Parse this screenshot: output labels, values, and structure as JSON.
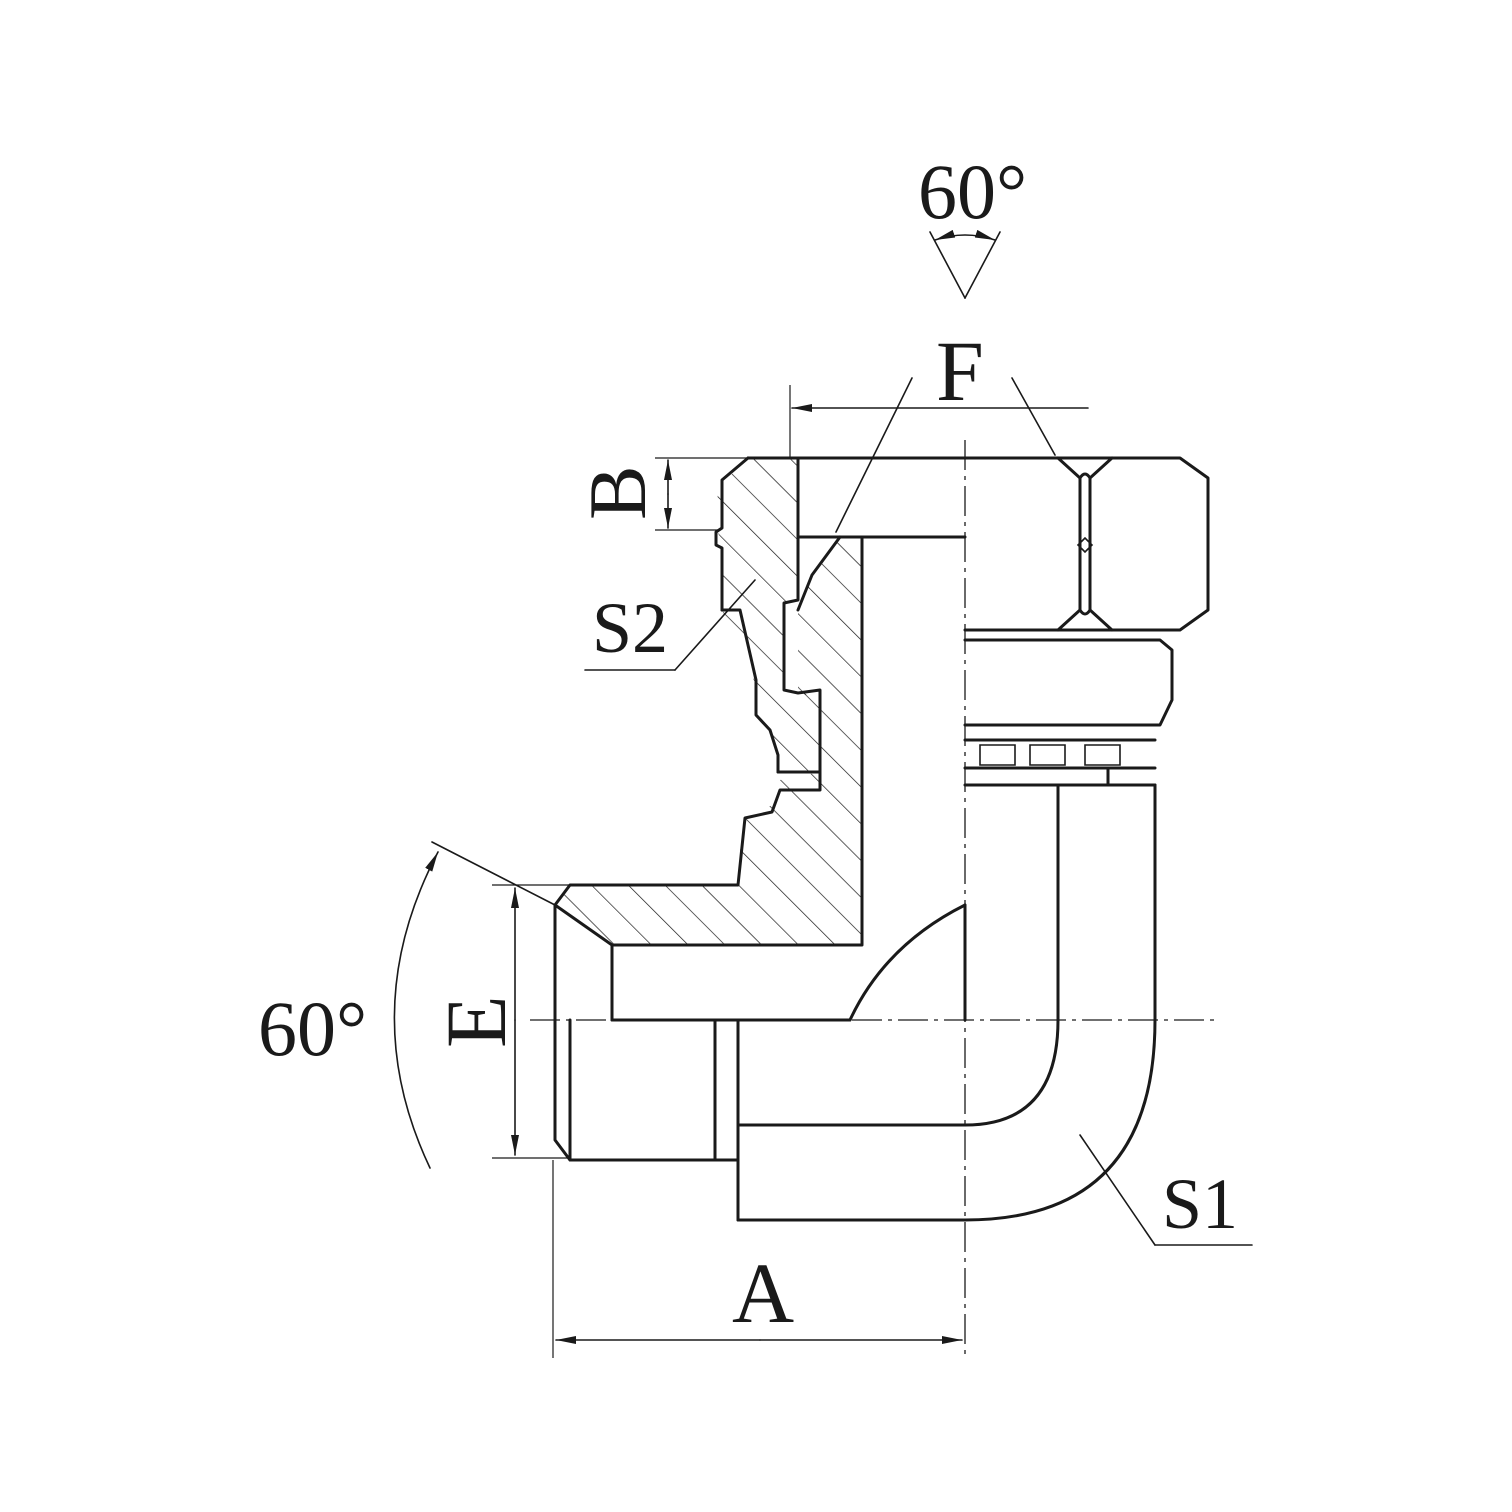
{
  "labels": {
    "angle_top": "60°",
    "angle_left": "60°",
    "dim_f": "F",
    "dim_b": "B",
    "dim_e": "E",
    "dim_a": "A",
    "wrench_s1": "S1",
    "wrench_s2": "S2"
  },
  "colors": {
    "ink": "#1a1a1a",
    "background": "#ffffff"
  }
}
